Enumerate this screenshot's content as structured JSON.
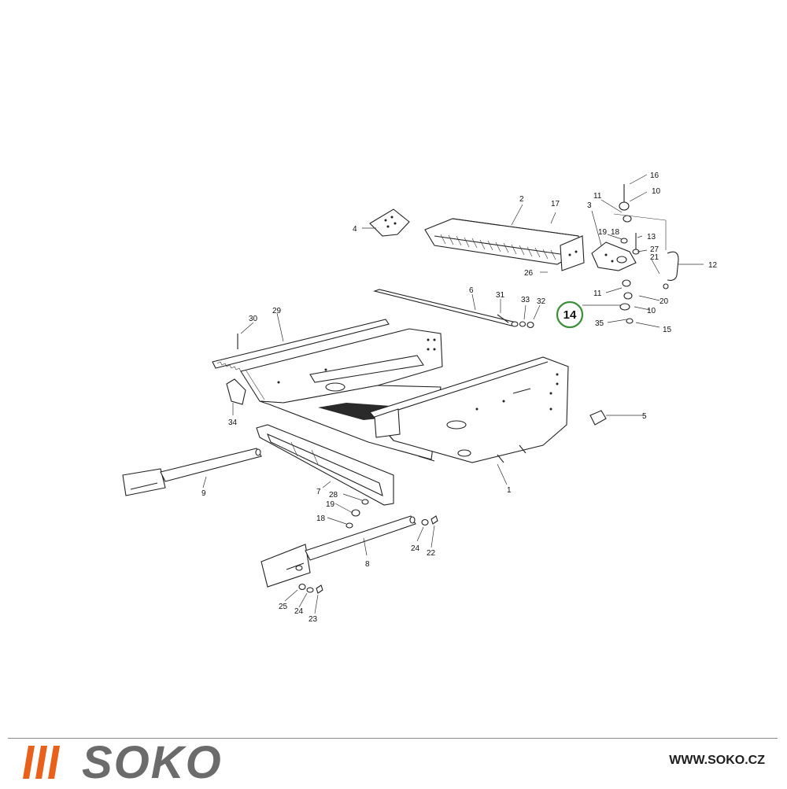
{
  "diagram": {
    "highlighted_part": "14",
    "highlight_color": "#3a8f3a",
    "part_labels": [
      "1",
      "2",
      "3",
      "4",
      "5",
      "6",
      "7",
      "8",
      "9",
      "10",
      "10",
      "11",
      "11",
      "12",
      "13",
      "15",
      "16",
      "17",
      "18",
      "18",
      "19",
      "19",
      "20",
      "21",
      "22",
      "23",
      "24",
      "24",
      "25",
      "26",
      "27",
      "28",
      "29",
      "30",
      "31",
      "32",
      "33",
      "34",
      "35"
    ]
  },
  "brand": {
    "name": "SOKO",
    "url": "WWW.SOKO.CZ",
    "stripe_color": "#e8601c",
    "text_color": "#6b6b6b"
  }
}
